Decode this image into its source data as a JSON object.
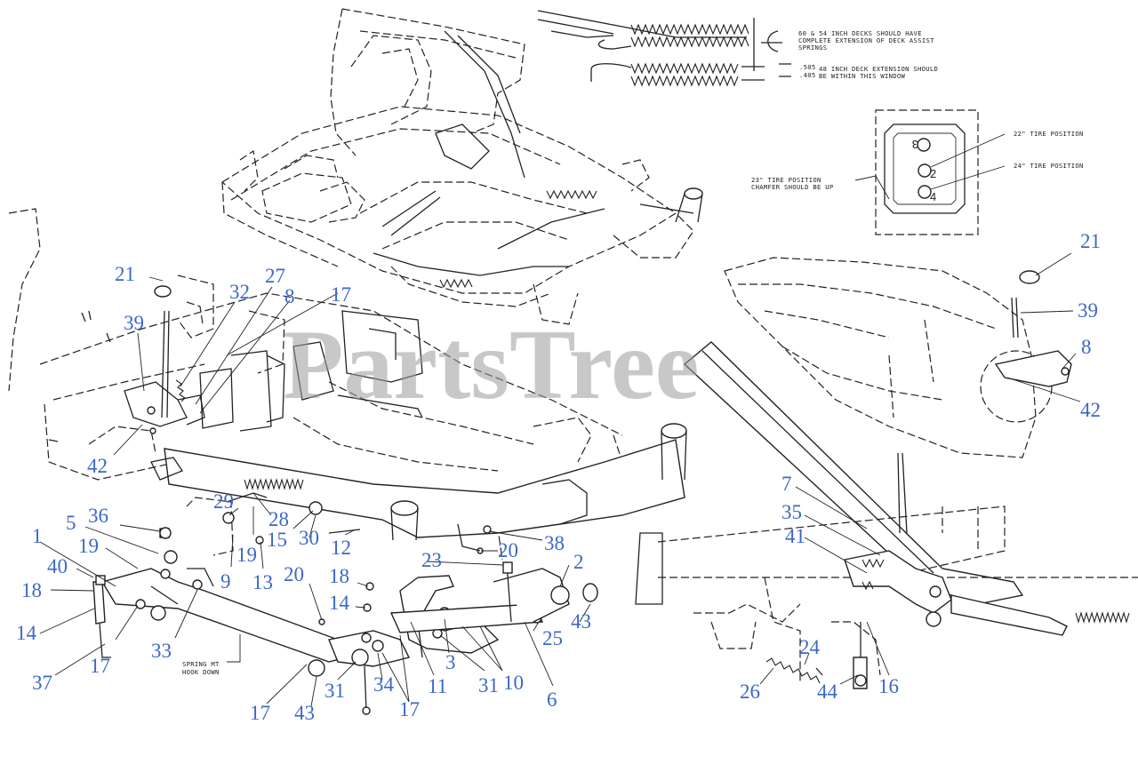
{
  "watermark": "PartsTree",
  "notes": {
    "deck_assist_line1": "60 & 54 INCH DECKS SHOULD HAVE",
    "deck_assist_line2": "COMPLETE EXTENSION OF DECK ASSIST",
    "deck_assist_line3": "SPRINGS",
    "dim_505": ".505",
    "dim_405": ".405",
    "deck48_line1": "48 INCH DECK EXTENSION SHOULD",
    "deck48_line2": "BE WITHIN THIS WINDOW",
    "tire22": "22\" TIRE POSITION",
    "tire24": "24\" TIRE POSITION",
    "tire23_line1": "23\" TIRE POSITION",
    "tire23_line2": "CHAMFER SHOULD BE UP",
    "spring_mt_line1": "SPRING MT",
    "spring_mt_line2": "HOOK DOWN",
    "slot3": "3",
    "slot2": "2",
    "slot4": "4"
  },
  "callouts": [
    {
      "label": "21"
    },
    {
      "label": "32"
    },
    {
      "label": "27"
    },
    {
      "label": "8"
    },
    {
      "label": "17"
    },
    {
      "label": "39"
    },
    {
      "label": "42"
    },
    {
      "label": "36"
    },
    {
      "label": "5"
    },
    {
      "label": "1"
    },
    {
      "label": "19"
    },
    {
      "label": "40"
    },
    {
      "label": "18"
    },
    {
      "label": "14"
    },
    {
      "label": "37"
    },
    {
      "label": "17"
    },
    {
      "label": "33"
    },
    {
      "label": "29"
    },
    {
      "label": "28"
    },
    {
      "label": "15"
    },
    {
      "label": "19"
    },
    {
      "label": "9"
    },
    {
      "label": "13"
    },
    {
      "label": "30"
    },
    {
      "label": "12"
    },
    {
      "label": "20"
    },
    {
      "label": "18"
    },
    {
      "label": "14"
    },
    {
      "label": "23"
    },
    {
      "label": "2"
    },
    {
      "label": "20"
    },
    {
      "label": "38"
    },
    {
      "label": "43"
    },
    {
      "label": "25"
    },
    {
      "label": "17"
    },
    {
      "label": "43"
    },
    {
      "label": "31"
    },
    {
      "label": "34"
    },
    {
      "label": "17"
    },
    {
      "label": "11"
    },
    {
      "label": "3"
    },
    {
      "label": "31"
    },
    {
      "label": "10"
    },
    {
      "label": "6"
    },
    {
      "label": "21"
    },
    {
      "label": "39"
    },
    {
      "label": "8"
    },
    {
      "label": "42"
    },
    {
      "label": "7"
    },
    {
      "label": "35"
    },
    {
      "label": "41"
    },
    {
      "label": "24"
    },
    {
      "label": "26"
    },
    {
      "label": "44"
    },
    {
      "label": "16"
    }
  ]
}
